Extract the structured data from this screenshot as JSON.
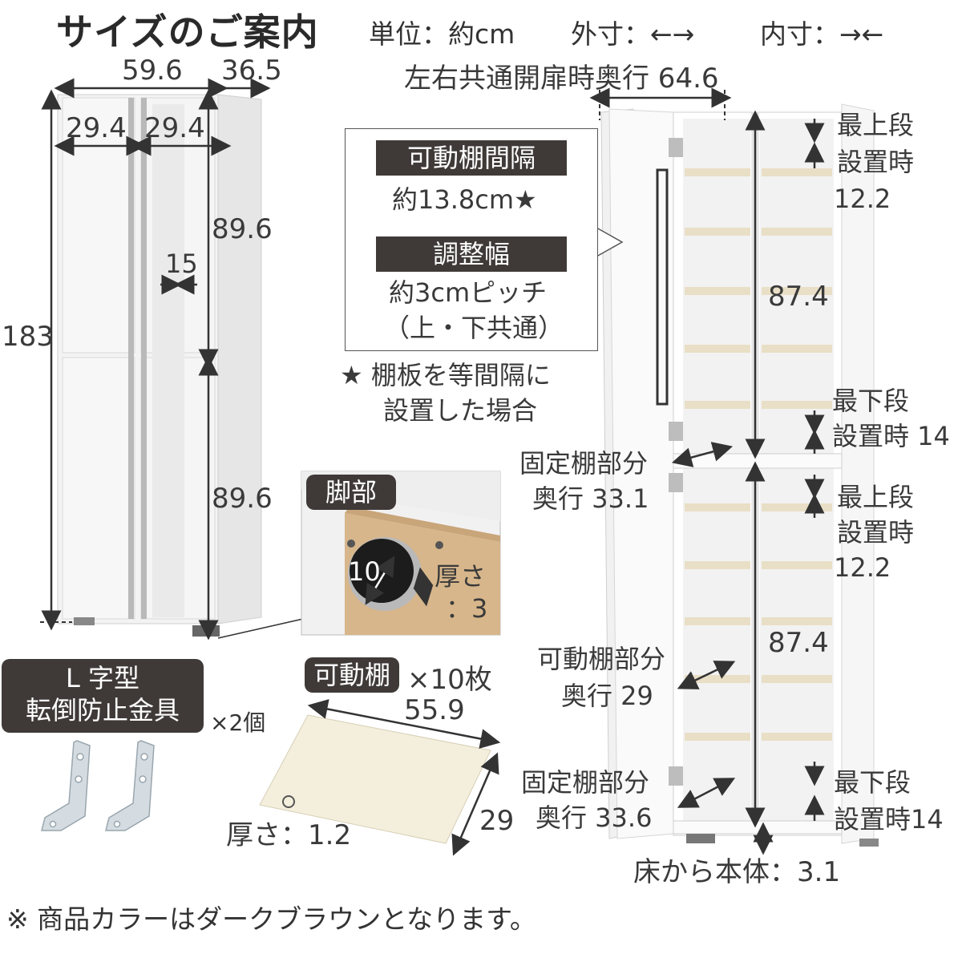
{
  "header": {
    "title": "サイズのご案内",
    "unit": "単位：約cm",
    "outer": "外寸：←→",
    "inner": "内寸：→←"
  },
  "left_cabinet": {
    "width": "59.6",
    "depth": "36.5",
    "door_left": "29.4",
    "door_right": "29.4",
    "height": "183",
    "upper": "89.6",
    "lower": "89.6",
    "handle": "15"
  },
  "info_box": {
    "tag1": "可動棚間隔",
    "val1": "約13.8cm★",
    "tag2": "調整幅",
    "val2a": "約3cmピッチ",
    "val2b": "（上・下共通）"
  },
  "star_note": {
    "line1": "★ 棚板を等間隔に",
    "line2": "設置した場合"
  },
  "foot": {
    "tag": "脚部",
    "diameter": "10",
    "thickness_a": "厚さ",
    "thickness_b": "：3"
  },
  "bracket": {
    "tag_line1": "L 字型",
    "tag_line2": "転倒防止金具",
    "count": "×2個"
  },
  "shelf": {
    "tag": "可動棚",
    "count": "×10枚",
    "width": "55.9",
    "depth": "29",
    "thickness": "厚さ：1.2"
  },
  "right_cabinet": {
    "open_depth": "左右共通開扉時奥行 64.6",
    "top_a1": "最上段",
    "top_a2": "設置時",
    "top_a3": "12.2",
    "inner_a": "87.4",
    "bot_a1": "最下段",
    "bot_a2": "設置時 14",
    "fixed_a1": "固定棚部分",
    "fixed_a2": "奥行 33.1",
    "top_b1": "最上段",
    "top_b2": "設置時",
    "top_b3": "12.2",
    "inner_b": "87.4",
    "movable_1": "可動棚部分",
    "movable_2": "奥行 29",
    "fixed_b1": "固定棚部分",
    "fixed_b2": "奥行 33.6",
    "bot_b1": "最下段",
    "bot_b2": "設置時14",
    "floor": "床から本体：3.1"
  },
  "footnote": "※ 商品カラーはダークブラウンとなります。"
}
